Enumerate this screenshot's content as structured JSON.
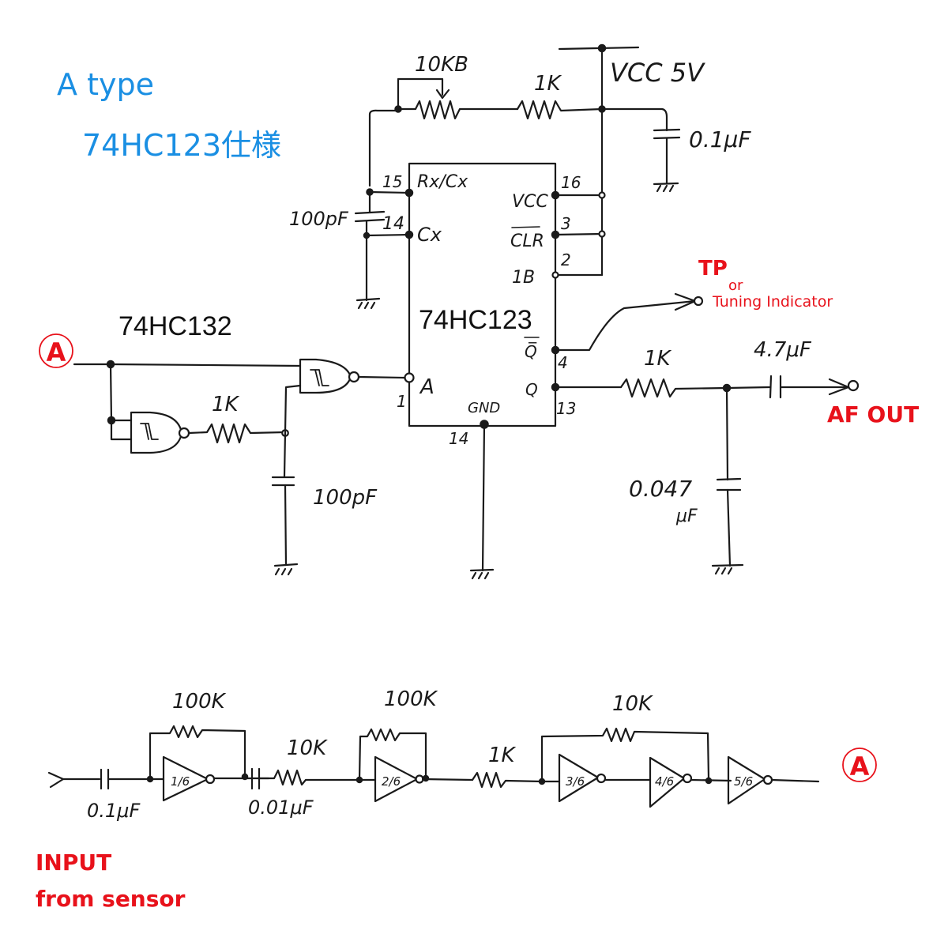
{
  "title": {
    "line1": "A type",
    "line2": "74HC123仕様",
    "color": "#1a8fe3"
  },
  "accent_red": "#e8121b",
  "power": {
    "vcc_label": "VCC 5V",
    "pot_label": "10KB",
    "resistor_label": "1K",
    "decoupling_cap_label": "0.1μF"
  },
  "ic_123": {
    "name": "74HC123",
    "pins": [
      {
        "num": "15",
        "label": "Rx/Cx"
      },
      {
        "num": "14",
        "label": "Cx"
      },
      {
        "num": "16",
        "label": "VCC"
      },
      {
        "num": "3",
        "label": "CLR"
      },
      {
        "num": "2",
        "label": "1B"
      },
      {
        "num": "4",
        "label": "Q̅"
      },
      {
        "num": "13",
        "label": "Q"
      },
      {
        "num": "1",
        "label": "A"
      },
      {
        "num": "14",
        "label": "GND"
      }
    ],
    "timing_cap_label": "100pF"
  },
  "ic_132": {
    "name": "74HC132",
    "input_marker": "A",
    "resistor_label": "1K",
    "cap_label": "100pF"
  },
  "output": {
    "tp_label": "TP",
    "or_label": "or",
    "indicator_label": "Tuning Indicator",
    "resistor_label": "1K",
    "coupling_cap_label": "4.7μF",
    "filter_cap_value": "0.047",
    "filter_cap_unit": "μF",
    "af_out_label": "AF OUT"
  },
  "amplifier": {
    "input_cap_label": "0.1μF",
    "fb1_label": "100K",
    "stage_cap_label": "0.01μF",
    "r2_label": "10K",
    "fb2_label": "100K",
    "r3_label": "1K",
    "fb3_label": "10K",
    "inverters": [
      "1/6",
      "2/6",
      "3/6",
      "4/6",
      "5/6"
    ],
    "output_marker": "A",
    "input_label_line1": "INPUT",
    "input_label_line2": "from sensor"
  }
}
